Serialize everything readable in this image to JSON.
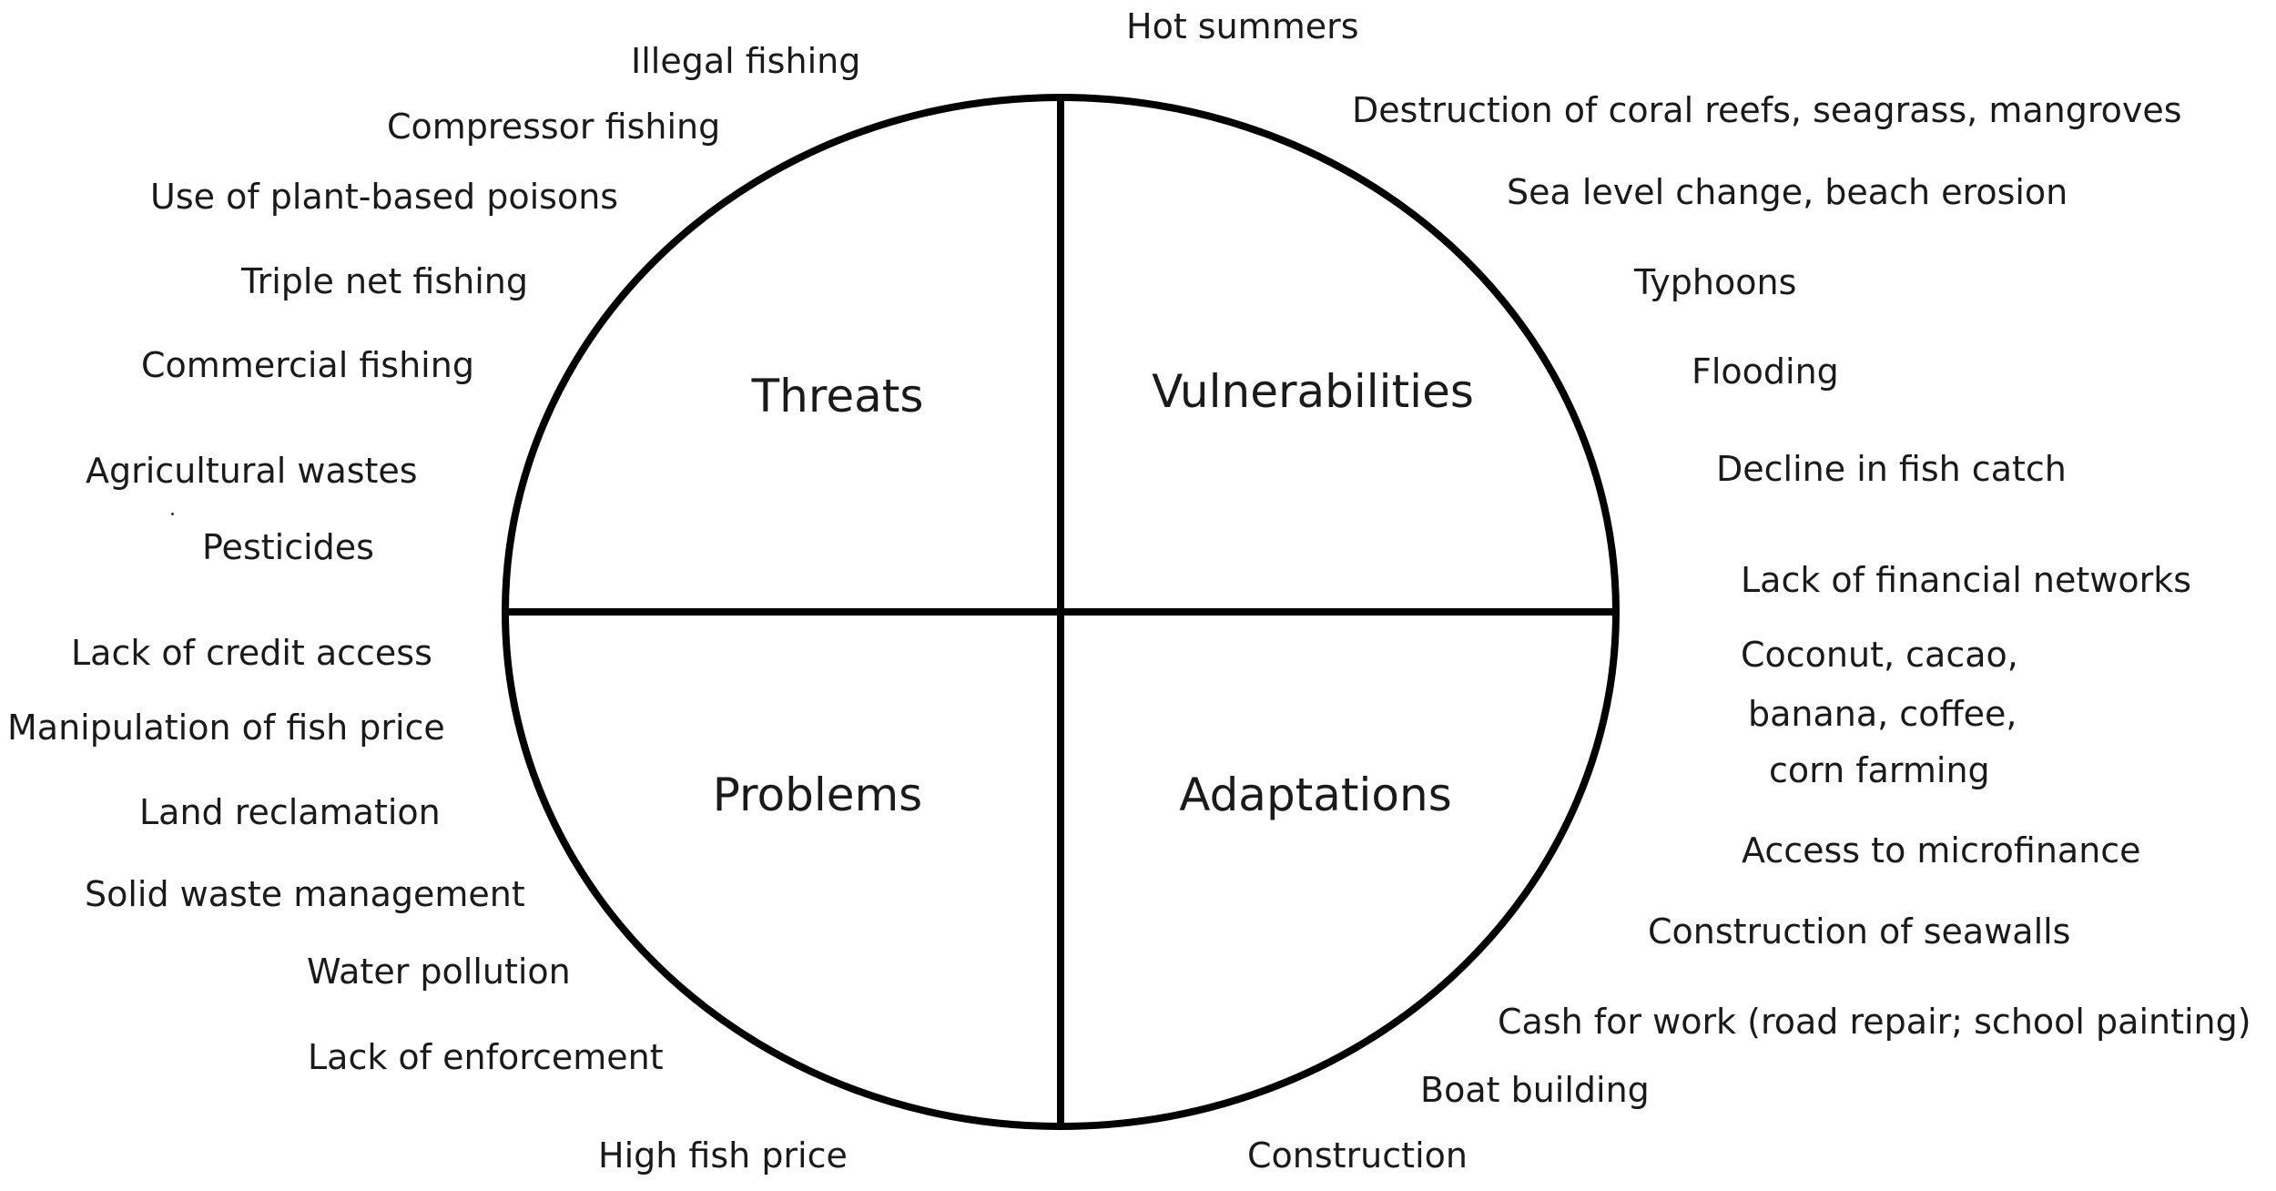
{
  "quadrants": {
    "threats": "Threats",
    "vulnerabilities": "Vulnerabilities",
    "problems": "Problems",
    "adaptations": "Adaptations"
  },
  "threats_items": [
    "Illegal fishing",
    "Compressor fishing",
    "Use of plant-based poisons",
    "Triple net fishing",
    "Commercial fishing",
    "Agricultural wastes",
    "Pesticides"
  ],
  "vulnerabilities_items": [
    "Hot summers",
    "Destruction of coral reefs, seagrass, mangroves",
    "Sea level change, beach erosion",
    "Typhoons",
    "Flooding",
    "Decline in fish catch"
  ],
  "problems_items": [
    "Lack of credit access",
    "Manipulation of fish price",
    "Land reclamation",
    "Solid waste management",
    "Water pollution",
    "Lack of enforcement",
    "High fish price"
  ],
  "adaptations_items": [
    "Lack of financial networks",
    "Coconut, cacao,",
    "banana, coffee,",
    "corn farming",
    "Access to microfinance",
    "Construction of seawalls",
    "Cash for work (road repair; school painting)",
    "Boat building",
    "Construction"
  ]
}
